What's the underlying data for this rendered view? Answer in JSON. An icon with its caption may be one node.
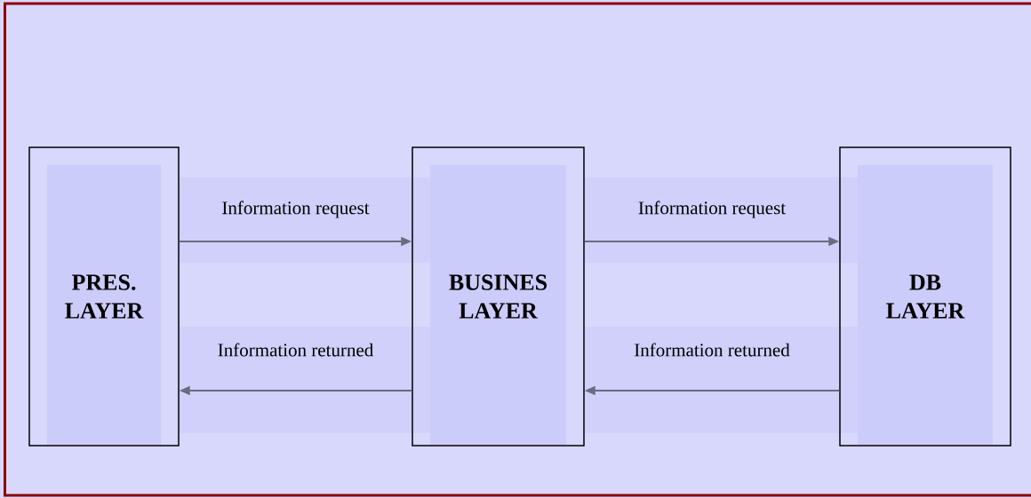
{
  "diagram": {
    "nodes": [
      {
        "text": [
          "PRES. LAYER"
        ]
      },
      {
        "text": [
          "BUSINES LAYER"
        ]
      },
      {
        "text": [
          "DB LAYER"
        ]
      }
    ],
    "edges": [
      {
        "from": 0,
        "to": 1,
        "arrow": "to",
        "label": "Information request"
      },
      {
        "from": 1,
        "to": 2,
        "arrow": "to",
        "label": "Information request"
      },
      {
        "from": 1,
        "to": 0,
        "arrow": "to",
        "label": "Information returned"
      },
      {
        "from": 2,
        "to": 1,
        "arrow": "to",
        "label": "Information returned"
      }
    ]
  }
}
